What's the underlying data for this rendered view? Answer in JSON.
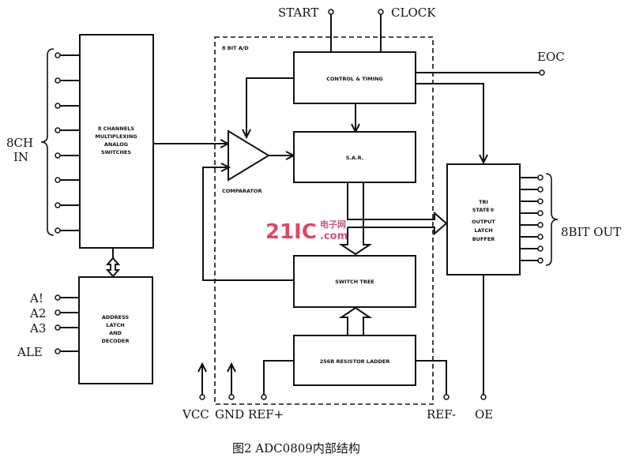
{
  "signals": {
    "start": "START",
    "clock": "CLOCK",
    "eoc": "EOC",
    "ch_in_1": "8CH",
    "ch_in_2": "IN",
    "a1": "A!",
    "a2": "A2",
    "a3": "A3",
    "ale": "ALE",
    "vcc": "VCC",
    "gnd": "GND",
    "ref_plus": "REF+",
    "ref_minus": "REF-",
    "oe": "OE",
    "bit_out": "8BIT OUT"
  },
  "blocks": {
    "adc_region": "8 BIT A/D",
    "mux": [
      "8 CHANNELS",
      "MULTIPLEXING",
      "ANALOG",
      "SWITCHES"
    ],
    "address": [
      "ADDRESS",
      "LATCH",
      "AND",
      "DECODER"
    ],
    "control": "CONTROL & TIMING",
    "sar": "S.A.R.",
    "comparator": "COMPARATOR",
    "switch_tree": "SWITCH TREE",
    "ladder": "256R RESISTOR LADDER",
    "output_buffer": [
      "TRI",
      "STATE®",
      "OUTPUT",
      "LATCH",
      "BUFFER"
    ]
  },
  "watermark": {
    "main": "21IC",
    "sub1": "电子网",
    "sub2": ".com"
  },
  "caption": "图2 ADC0809内部结构"
}
